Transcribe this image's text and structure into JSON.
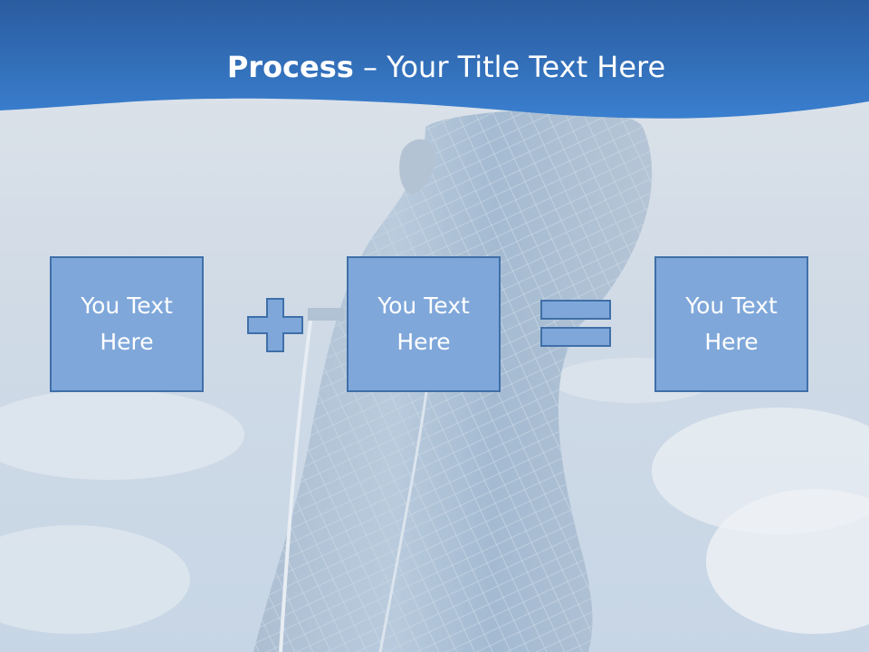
{
  "slide": {
    "title_bold": "Process",
    "title_rest": " – Your Title Text Here",
    "boxes": [
      {
        "line1": "You Text",
        "line2": "Here"
      },
      {
        "line1": "You Text",
        "line2": "Here"
      },
      {
        "line1": "You Text",
        "line2": "Here"
      }
    ],
    "operators": [
      "plus-icon",
      "equals-icon"
    ]
  },
  "colors": {
    "header_blue": "#2f6cb8",
    "box_fill": "#7fa7da",
    "box_border": "#3f6fa8",
    "operator_fill": "#7fa7da"
  }
}
